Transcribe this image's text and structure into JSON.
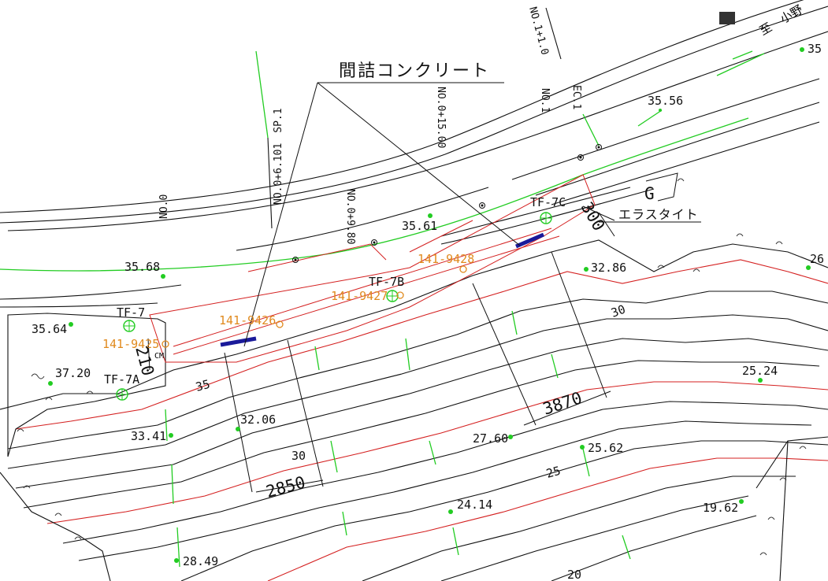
{
  "callouts": {
    "concrete_fill": "間詰コンクリート",
    "elastite": "エラスタイト",
    "to_ono": "至　小野",
    "g_mark": "G"
  },
  "stations": {
    "no0": "NO.0",
    "no0_6_101": "NO.0+6.101　SP.1",
    "no0_9_80": "NO.0+9.80",
    "no0_15_00": "NO.0+15.00",
    "no1": "NO.1",
    "ec1": "EC.1",
    "no1_1_0": "NO.1+1.0"
  },
  "elevations": {
    "e3568": "35.68",
    "e3564": "35.64",
    "e3720": "37.20",
    "e3561": "35.61",
    "e3556": "35.56",
    "e35": "35",
    "e3286": "32.86",
    "e26": "26",
    "e2524": "25.24",
    "e3206": "32.06",
    "e3341": "33.41",
    "e2760": "27.60",
    "e2562": "25.62",
    "e2414": "24.14",
    "e1962": "19.62",
    "e2849": "28.49"
  },
  "contour_labels": {
    "c35": "35",
    "c30a": "30",
    "c30b": "30",
    "c25": "25",
    "c20": "20"
  },
  "points": {
    "p9425": "141-9425",
    "p9426": "141-9426",
    "p9427": "141-9427",
    "p9428": "141-9428"
  },
  "tf": {
    "tf7": "TF-7",
    "tf7a": "TF-7A",
    "tf7b": "TF-7B",
    "tf7c": "TF-7C"
  },
  "dimensions": {
    "d210": "210",
    "cm": "CM",
    "d300": "300",
    "d2850": "2850",
    "d3870": "3870"
  },
  "colors": {
    "contour": "#111111",
    "index_contour": "#d42020",
    "green_line": "#22cc22",
    "survey_point": "#e08a1e",
    "concrete": "#1a1a9a"
  }
}
